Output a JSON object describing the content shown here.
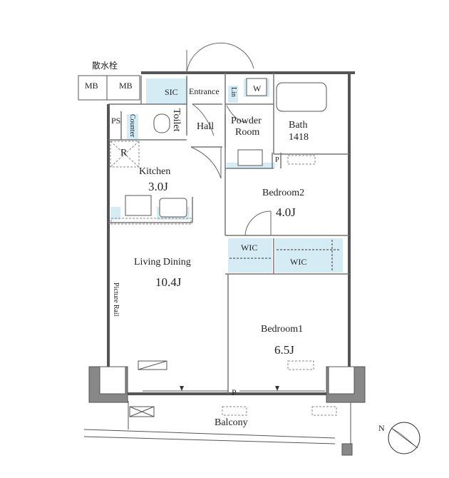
{
  "plan": {
    "rooms": {
      "sic": "SIC",
      "entrance": "Entrance",
      "lin": "Lin",
      "w": "W",
      "ps": "PS",
      "counter": "Counter",
      "toilet": "Toilet",
      "hall": "Hall",
      "powder_room_line1": "Powder",
      "powder_room_line2": "Room",
      "bath": "Bath",
      "bath_size": "1418",
      "r": "R",
      "kitchen": "Kitchen",
      "kitchen_area": "3.0J",
      "bedroom2": "Bedroom2",
      "bedroom2_area": "4.0J",
      "p": "P",
      "wic1": "WIC",
      "wic2": "WIC",
      "living_dining": "Living Dining",
      "living_dining_area": "10.4J",
      "picture_rail": "Picture Rail",
      "bedroom1": "Bedroom1",
      "bedroom1_area": "6.5J",
      "balcony_p": "P",
      "balcony": "Balcony"
    },
    "outside": {
      "hydrant": "散水栓",
      "mb_left": "MB",
      "mb_right": "MB"
    },
    "compass": "N"
  }
}
